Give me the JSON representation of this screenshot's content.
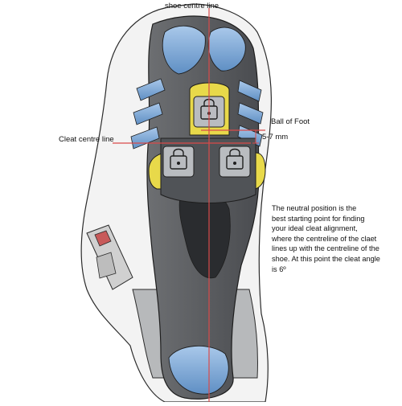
{
  "labels": {
    "shoe_centre_line": "shoe centre line",
    "cleat_centre_line": "Cleat centre line",
    "ball_of_foot": "Ball of Foot",
    "offset": "5-7 mm"
  },
  "note": "The neutral position is the\nbest starting point for finding\nyour ideal cleat alignment,\nwhere the centreline of the claet\nlines up with the centreline of the\nshoe. At this point the cleat angle\nis 6º",
  "colors": {
    "guide_line": "#d94a4a",
    "cleat_yellow": "#e8d94a",
    "sole_dark": "#3f4144",
    "accent_blue": "#7fa9d6",
    "upper_white": "#f2f2f2"
  },
  "icons": [
    "lock-icon",
    "lock-icon",
    "lock-icon"
  ]
}
